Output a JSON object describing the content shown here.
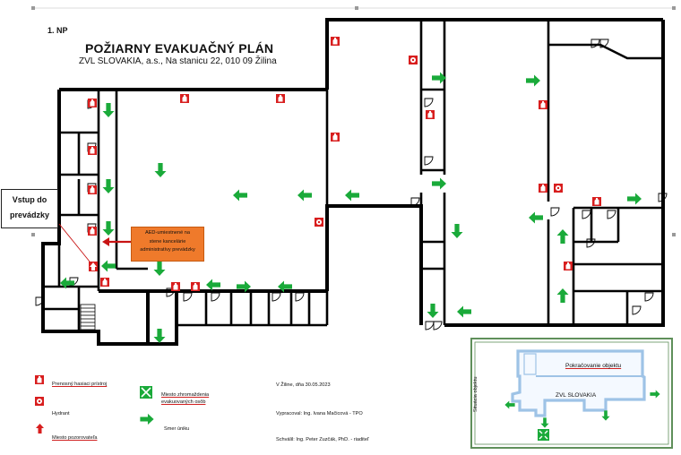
{
  "header": {
    "floor": "1. NP",
    "title": "POŽIARNY EVAKUAČNÝ PLÁN",
    "subtitle": "ZVL SLOVAKIA, a.s., Na stanicu 22, 010 09 Žilina"
  },
  "callouts": {
    "entry_line1": "Vstup do",
    "entry_line2": "prevádzky",
    "aed_line1": "AED-umiestnené na",
    "aed_line2": "stene kancelárie",
    "aed_line3": "administratívy prevádzky"
  },
  "legend": {
    "extinguisher": "Prenosný hasiaci prístroj",
    "hydrant": "Hydrant",
    "observer": "Miesto pozorovateľa",
    "assembly_line1": "Miesto zhromaždenia",
    "assembly_line2": "evakuovaných osôb",
    "escape": "Smer úniku"
  },
  "signature": {
    "place_date": "V Žiline, dňa 30.05.2023",
    "prepared": "Vypracoval: Ing. Ivana Mačicová - TPO",
    "approved": "Schválil: Ing. Peter Zuzčák, PhD. - riaditeľ"
  },
  "inset": {
    "continuation": "Pokračovanie objektu",
    "company": "ZVL SLOVAKIA",
    "situation": "Situácia objektu"
  },
  "colors": {
    "wall": "#000000",
    "extinguisher": "#d81e1e",
    "arrow": "#1aaa3a",
    "aed_box": "#ef7a2b",
    "inset_building": "#9ec3e6",
    "inset_frame": "#5f8f5a"
  }
}
